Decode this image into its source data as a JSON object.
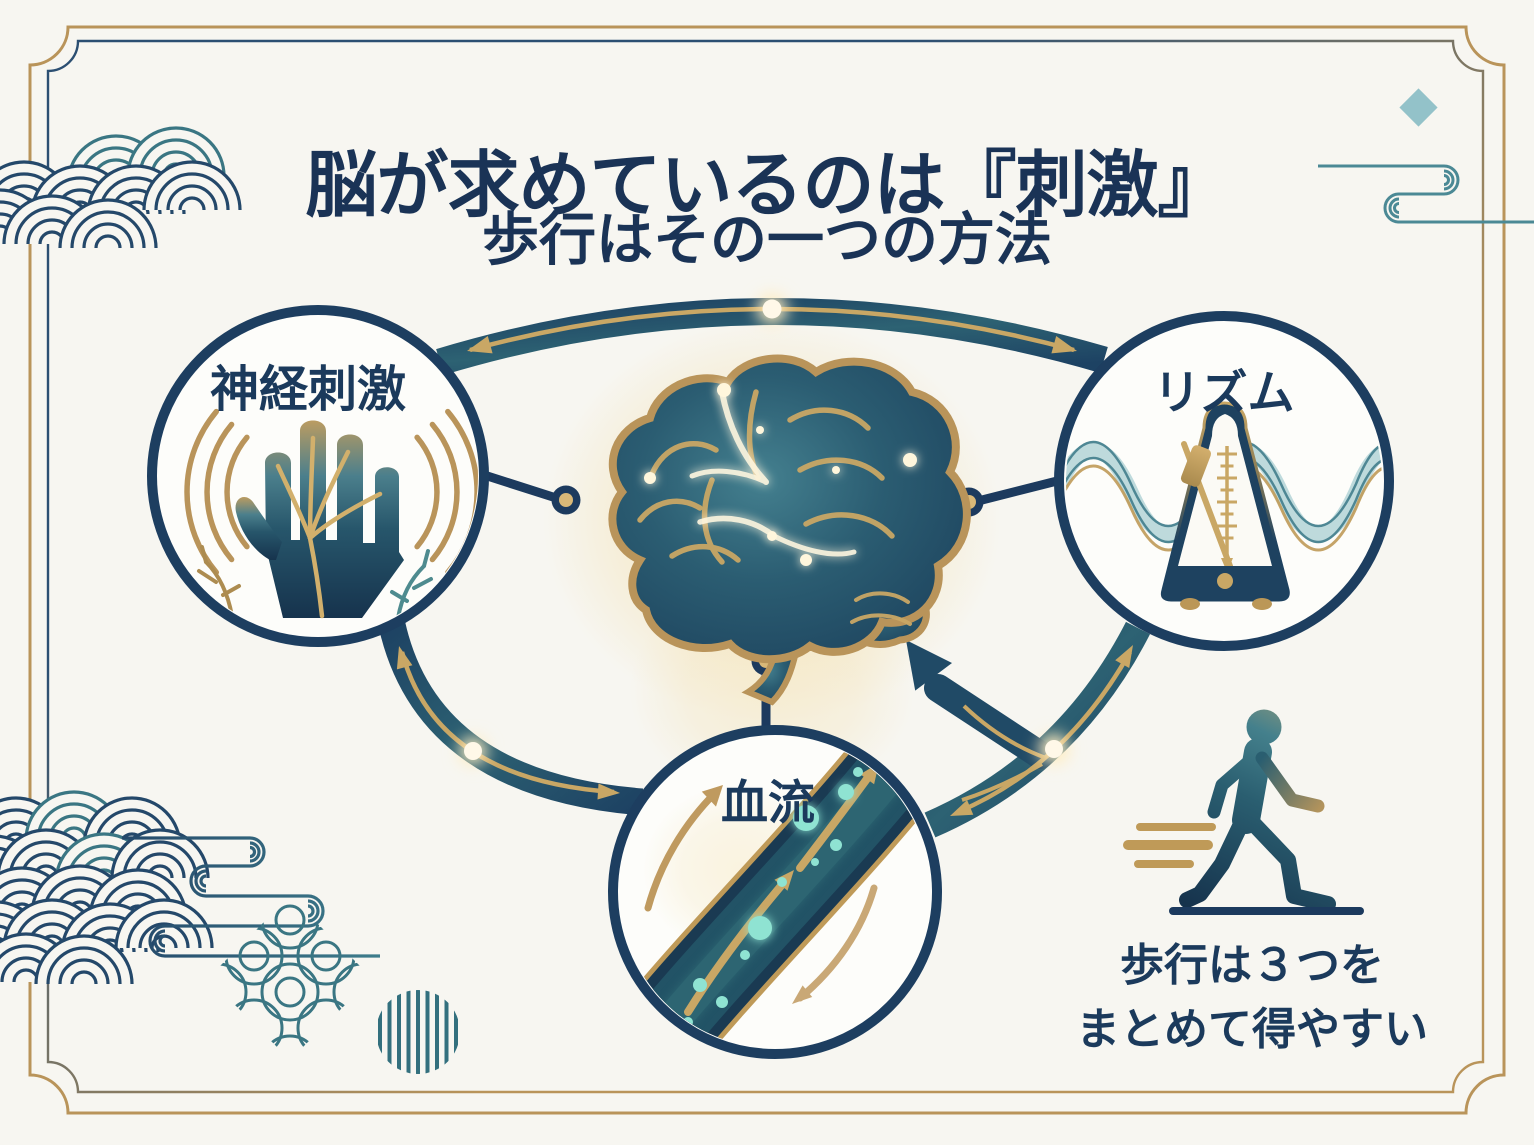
{
  "title": "脳が求めているのは『刺激』",
  "subtitle": "歩行はその一つの方法",
  "nodes": {
    "nerve": {
      "label": "神経刺激",
      "icon": "hand-nerve-icon"
    },
    "rhythm": {
      "label": "リズム",
      "icon": "metronome-icon"
    },
    "blood": {
      "label": "血流",
      "icon": "blood-vessel-icon"
    }
  },
  "center": {
    "icon": "brain-icon"
  },
  "caption": {
    "line1": "歩行は３つを",
    "line2": "まとめて得やすい",
    "icon": "walking-person-icon"
  },
  "decorations": [
    "seigaiha-wave-pattern",
    "cloud-stream-pattern",
    "shippo-pattern",
    "striped-circle-motif",
    "diamond-accent",
    "double-frame-border"
  ],
  "colors": {
    "navy": "#1c3a5e",
    "teal": "#3e7d8b",
    "light_teal": "#b7d6d8",
    "gold": "#b9945a",
    "cream_glow": "#f3e3bc",
    "background": "#f7f6f1",
    "circle_fill": "#fdfdfa",
    "cell_glow": "#8fe3d2"
  }
}
